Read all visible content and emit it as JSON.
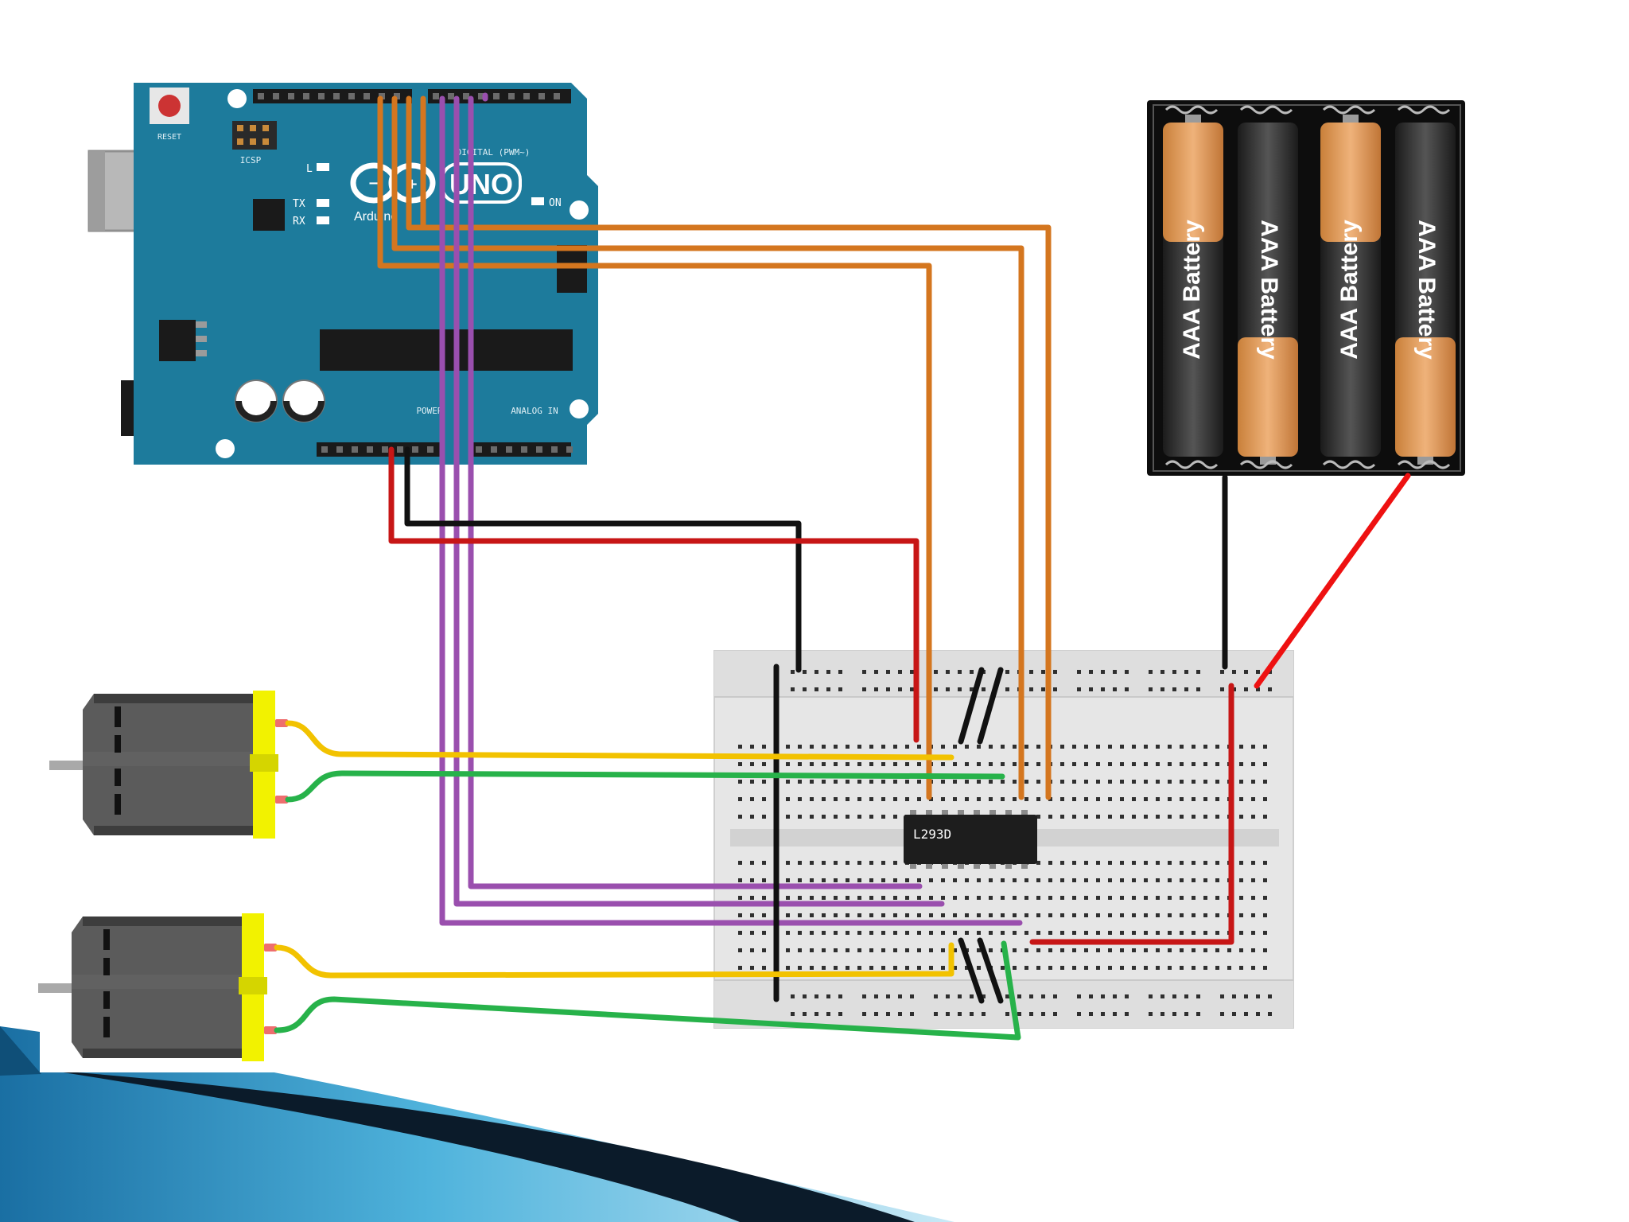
{
  "arduino": {
    "reset_label": "RESET",
    "icsp_label": "ICSP",
    "brand_model": "UNO",
    "brand_name": "Arduino",
    "led_l": "L",
    "led_tx": "TX",
    "led_rx": "RX",
    "led_on": "ON",
    "power_header": "POWER",
    "analog_header": "ANALOG IN",
    "digital_header": "DIGITAL (PWM~)"
  },
  "ic": {
    "label": "L293D"
  },
  "battery": {
    "cells": [
      "AAA Battery",
      "AAA Battery",
      "AAA Battery",
      "AAA Battery"
    ]
  },
  "wire_colors": {
    "orange": "#d4761f",
    "purple": "#9a4fae",
    "black": "#111111",
    "red": "#c71616",
    "yellow": "#f2c200",
    "green": "#27b24a",
    "battery_red": "#ee1111"
  },
  "colors": {
    "board": "#1d7b9c",
    "breadboard": "#e6e6e6",
    "motor_body": "#5b5b5b",
    "motor_cap": "#f2f200",
    "slide_blue": "#1f86b8"
  }
}
